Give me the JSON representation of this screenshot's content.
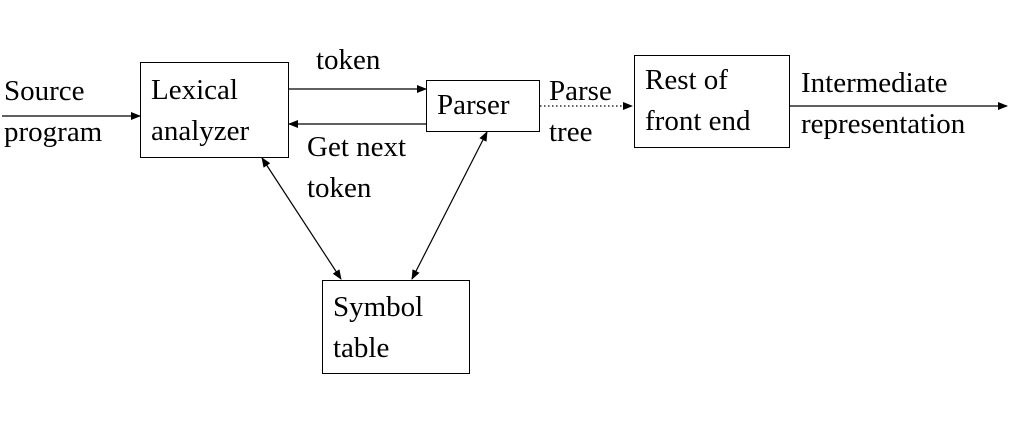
{
  "colors": {
    "stroke": "#000000",
    "background": "#ffffff"
  },
  "nodes": {
    "lexical_analyzer": {
      "lines": [
        "Lexical",
        "analyzer"
      ]
    },
    "parser": {
      "lines": [
        "Parser"
      ]
    },
    "rest_of_front_end": {
      "lines": [
        "Rest of",
        "front end"
      ]
    },
    "symbol_table": {
      "lines": [
        "Symbol",
        "table"
      ]
    }
  },
  "labels": {
    "source_program": [
      "Source",
      "program"
    ],
    "token": [
      "token"
    ],
    "get_next_token": [
      "Get next",
      "token"
    ],
    "parse_tree": [
      "Parse",
      "tree"
    ],
    "intermediate_representation": [
      "Intermediate",
      "representation"
    ]
  }
}
